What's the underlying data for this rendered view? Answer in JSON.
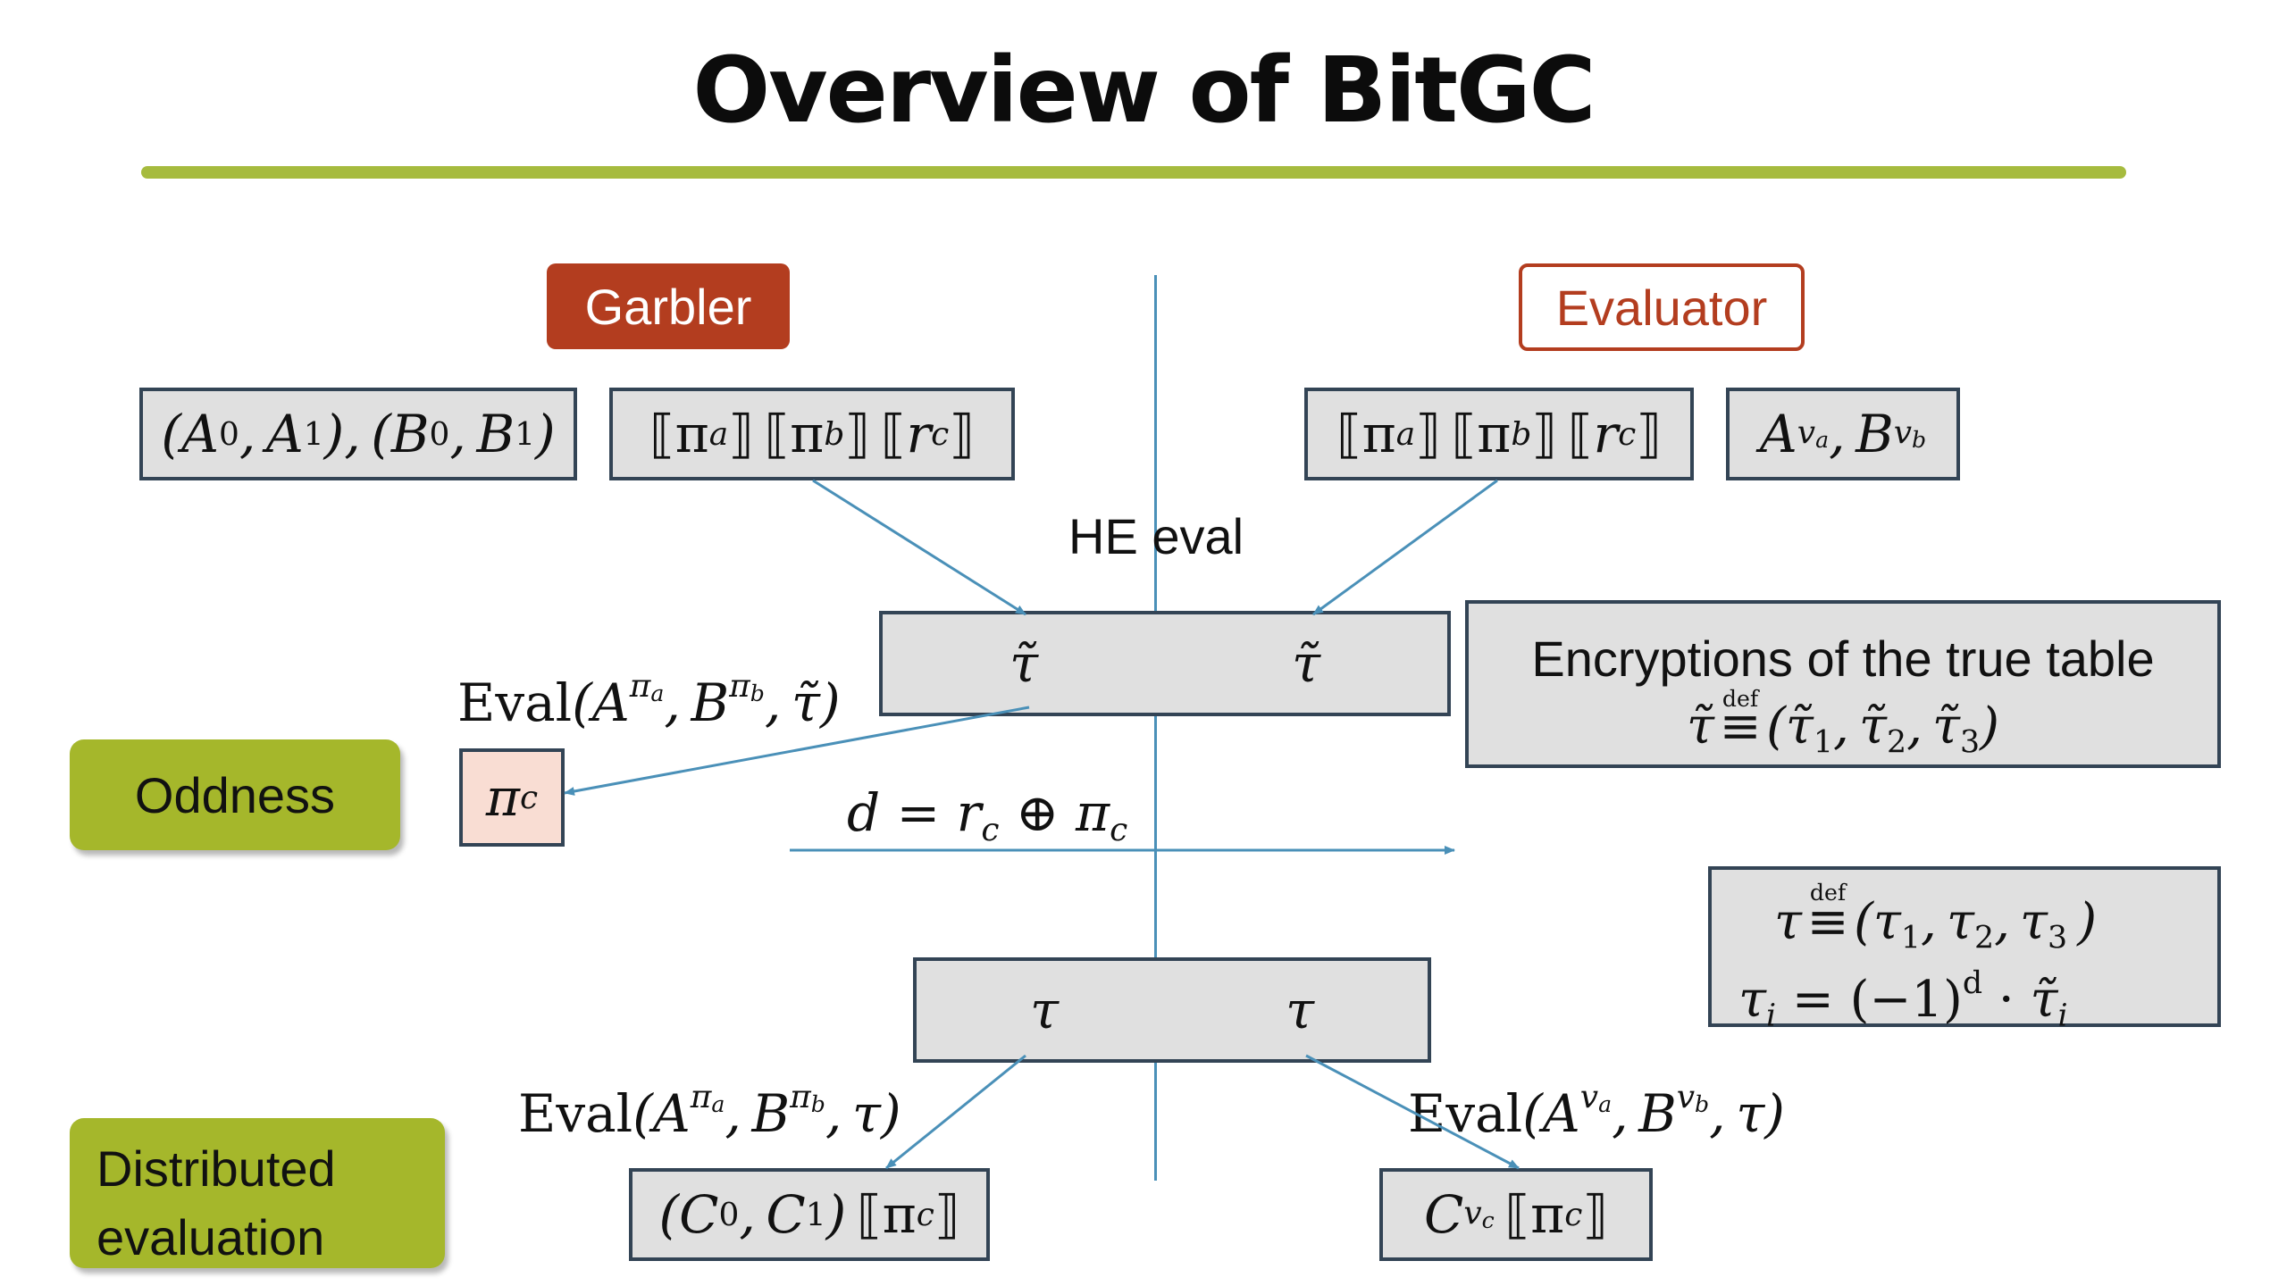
{
  "title": "Overview of BitGC",
  "colors": {
    "accent_rule": "#a6bb3e",
    "garbler": "#b33d1f",
    "side_label": "#a5b72b",
    "arrow": "#4a90b8",
    "box_fill": "#e0e0e0",
    "highlight": "#f9ddd3"
  },
  "roles": {
    "garbler": "Garbler",
    "evaluator": "Evaluator"
  },
  "he_eval": "HE eval",
  "side_labels": {
    "oddness": "Oddness",
    "distributed_line1": "Distributed",
    "distributed_line2": "evaluation"
  },
  "math": {
    "A": "A",
    "B": "B",
    "C": "C",
    "zero": "0",
    "one": "1",
    "pi": "π",
    "r": "r",
    "a": "a",
    "b": "b",
    "c": "c",
    "d": "d",
    "va": "v",
    "vb": "v",
    "vc": "v",
    "tau": "τ",
    "tau_tilde": "τ̃",
    "eval": "Eval",
    "d_eq": "d = ",
    "oplus": " ⊕ ",
    "def": "def",
    "minus_one": "(−1)",
    "cdot": " · ",
    "i": "i",
    "one_sub": "1",
    "two_sub": "2",
    "three_sub": "3"
  },
  "notes": {
    "encryptions": "Encryptions of the true table"
  }
}
